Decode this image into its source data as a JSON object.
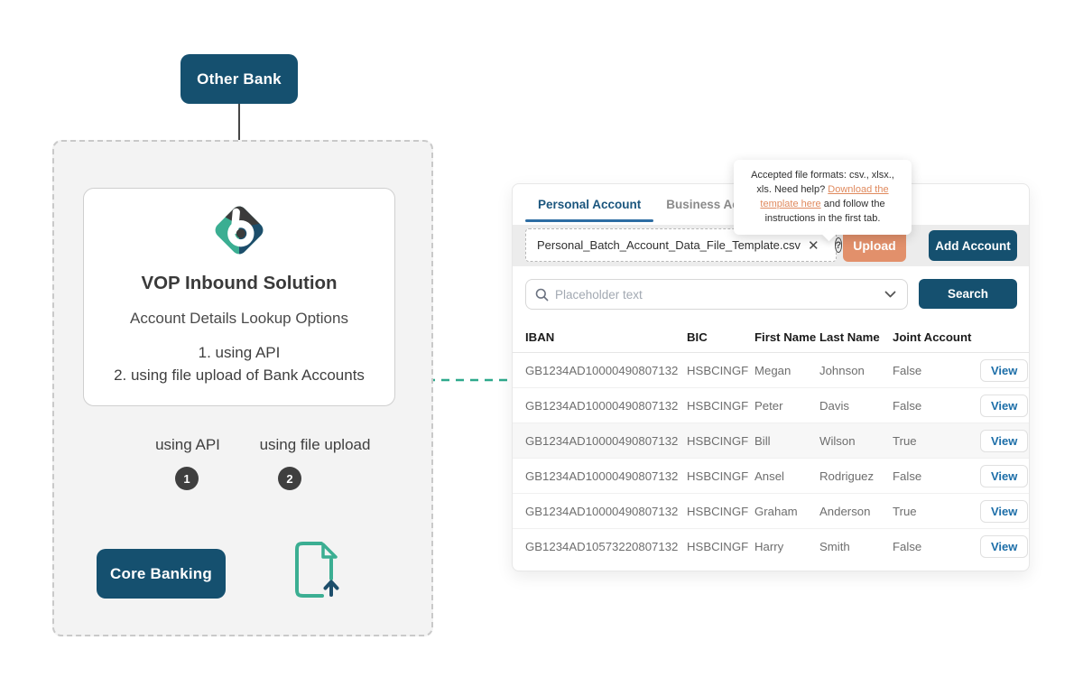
{
  "diagram": {
    "other_bank_label": "Other Bank",
    "card": {
      "title": "VOP Inbound Solution",
      "subtitle": "Account Details Lookup Options",
      "option1": "1. using API",
      "option2": "2. using file upload of Bank Accounts"
    },
    "branch1_label": "using API",
    "branch2_label": "using file upload",
    "branch1_number": "1",
    "branch2_number": "2",
    "core_banking_label": "Core Banking"
  },
  "panel": {
    "tabs": [
      {
        "label": "Personal Account",
        "active": true
      },
      {
        "label": "Business Account",
        "active": false
      }
    ],
    "tooltip": {
      "text_before_link": "Accepted file formats: csv., xlsx., xls. Need help? ",
      "link_text": "Download the template here",
      "text_after_link": " and follow the instructions in the first tab."
    },
    "upload": {
      "filename": "Personal_Batch_Account_Data_File_Template.csv",
      "clear_icon": "✕",
      "help_icon": "?",
      "upload_label": "Upload",
      "add_account_label": "Add Account"
    },
    "search": {
      "placeholder": "Placeholder text",
      "button_label": "Search"
    },
    "table": {
      "headers": [
        "IBAN",
        "BIC",
        "First Name",
        "Last Name",
        "Joint Account"
      ],
      "view_label": "View",
      "rows": [
        {
          "iban": "GB1234AD10000490807132",
          "bic": "HSBCINGF",
          "first_name": "Megan",
          "last_name": "Johnson",
          "joint": "False"
        },
        {
          "iban": "GB1234AD10000490807132",
          "bic": "HSBCINGF",
          "first_name": "Peter",
          "last_name": "Davis",
          "joint": "False"
        },
        {
          "iban": "GB1234AD10000490807132",
          "bic": "HSBCINGF",
          "first_name": "Bill",
          "last_name": "Wilson",
          "joint": "True"
        },
        {
          "iban": "GB1234AD10000490807132",
          "bic": "HSBCINGF",
          "first_name": "Ansel",
          "last_name": "Rodriguez",
          "joint": "False"
        },
        {
          "iban": "GB1234AD10000490807132",
          "bic": "HSBCINGF",
          "first_name": "Graham",
          "last_name": "Anderson",
          "joint": "True"
        },
        {
          "iban": "GB1234AD10573220807132",
          "bic": "HSBCINGF",
          "first_name": "Harry",
          "last_name": "Smith",
          "joint": "False"
        }
      ]
    }
  },
  "colors": {
    "navy": "#15506F",
    "salmon": "#E2906B",
    "teal": "#3BAE92",
    "logo_blue": "#1D4E6B",
    "charcoal": "#3B3B3B",
    "tab_active_text": "#1B567E",
    "tab_underline": "#2D6DA3",
    "tooltip_link": "#E08A5E",
    "view_link": "#1C6EA8",
    "diagram_bg": "#F3F3F3"
  }
}
